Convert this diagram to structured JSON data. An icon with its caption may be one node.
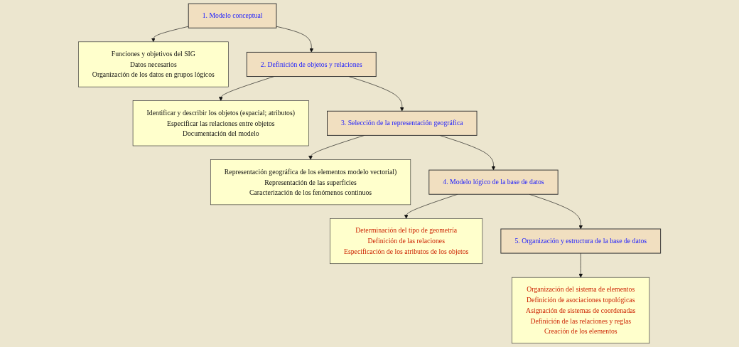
{
  "diagram": {
    "nodes": [
      {
        "text": [
          "1. Modelo conceptual"
        ]
      },
      {
        "text": [
          "Funciones y objetivos del SIG",
          "Datos necesarios",
          "Organización de los datos en grupos lógicos"
        ]
      },
      {
        "text": [
          "2. Definición de objetos y relaciones"
        ]
      },
      {
        "text": [
          "Identificar y describir los objetos (espacial; atributos)",
          "Especificar las relaciones entre objetos",
          "Documentación del modelo"
        ]
      },
      {
        "text": [
          "3. Selección de la representación geográfica"
        ]
      },
      {
        "text": [
          "Representación geográfica de los elementos modelo vectorial)",
          "Representación de las superficies",
          "Caracterización de los fenómenos continuos"
        ]
      },
      {
        "text": [
          "4. Modelo lógico de la base de datos"
        ]
      },
      {
        "text": [
          "Determinación del tipo de geometría",
          "Definición de las relaciones",
          "Especificación de los atributos de los objetos"
        ]
      },
      {
        "text": [
          "5. Organización y estructura de la base de datos"
        ]
      },
      {
        "text": [
          "Organización del sistema de elementos",
          "Definición de asociaciones topológicas",
          "Asignación de sistemas de coordenadas",
          "Definición de las relaciones y reglas",
          "Creación de los elementos"
        ]
      }
    ],
    "edges": [
      {
        "from": 0,
        "to": 1,
        "arrow": "to"
      },
      {
        "from": 0,
        "to": 2,
        "arrow": "to"
      },
      {
        "from": 2,
        "to": 3,
        "arrow": "to"
      },
      {
        "from": 2,
        "to": 4,
        "arrow": "to"
      },
      {
        "from": 4,
        "to": 5,
        "arrow": "to"
      },
      {
        "from": 4,
        "to": 6,
        "arrow": "to"
      },
      {
        "from": 6,
        "to": 7,
        "arrow": "to"
      },
      {
        "from": 6,
        "to": 8,
        "arrow": "to"
      },
      {
        "from": 8,
        "to": 9,
        "arrow": "to"
      }
    ]
  }
}
